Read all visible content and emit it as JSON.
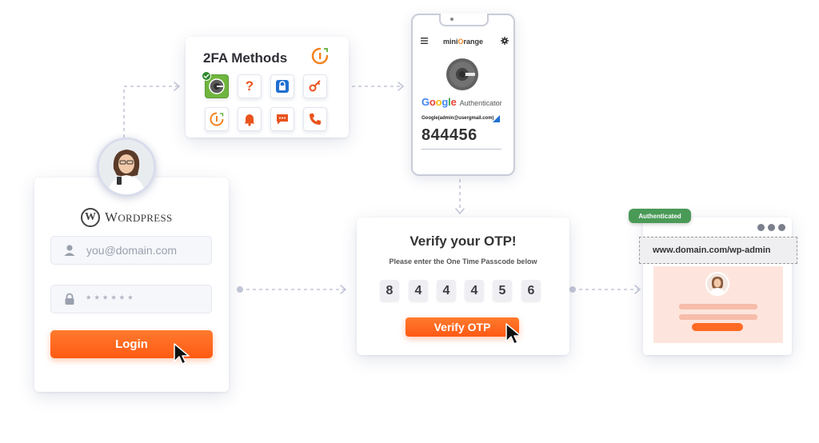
{
  "login": {
    "brand_initial": "W",
    "brand_word": "ORDPRESS",
    "brand_cap": "W",
    "email_placeholder": "you@domain.com",
    "password_mask": "******",
    "login_label": "Login"
  },
  "methods": {
    "title": "2FA Methods",
    "icons": [
      "google-authenticator-icon",
      "security-question-icon",
      "lock-icon",
      "key-icon",
      "miniorange-otp-icon",
      "push-notification-icon",
      "sms-icon",
      "phone-call-icon"
    ]
  },
  "phone": {
    "brand_prefix": "mini",
    "brand_o": "O",
    "brand_suffix": "range",
    "google_word": [
      "G",
      "o",
      "o",
      "g",
      "l",
      "e"
    ],
    "authenticator_label": "Authenticator",
    "account": "Google(admin@usergmail.com)",
    "code": "844456"
  },
  "otp": {
    "title": "Verify your OTP!",
    "subtitle": "Please enter the One Time Passcode below",
    "digits": [
      "8",
      "4",
      "4",
      "4",
      "5",
      "6"
    ],
    "verify_label": "Verify OTP"
  },
  "browser": {
    "badge": "Authenticated",
    "url": "www.domain.com/wp-admin"
  },
  "colors": {
    "accent_orange": "#ff6a24",
    "success_green": "#4a9a57",
    "google_blue": "#4285F4",
    "google_red": "#EA4335",
    "google_yellow": "#FBBC05",
    "google_green": "#34A853"
  }
}
